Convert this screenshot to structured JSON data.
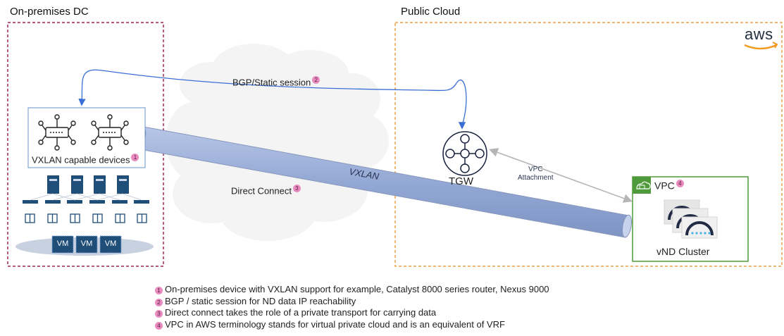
{
  "regions": {
    "onprem_title": "On-premises DC",
    "cloud_title": "Public Cloud"
  },
  "labels": {
    "bgp_session": "BGP/Static session",
    "vxlan_devices": "VXLAN capable devices",
    "vxlan_tunnel": "VXLAN",
    "direct_connect": "Direct Connect",
    "tgw": "TGW",
    "vpc_attachment_line1": "VPC",
    "vpc_attachment_line2": "Attachment",
    "vpc": "VPC",
    "vnd_cluster": "vND Cluster",
    "aws_logo": "aws",
    "vm1": "VM",
    "vm2": "VM",
    "vm3": "VM"
  },
  "badges": {
    "b1": "1",
    "b2": "2",
    "b3": "3",
    "b4": "4"
  },
  "notes": [
    {
      "num": "1",
      "text": "On-premises device with VXLAN support for example, Catalyst 8000 series router, Nexus 9000"
    },
    {
      "num": "2",
      "text": "BGP / static session for ND data IP reachability"
    },
    {
      "num": "3",
      "text": "Direct connect takes the role of a private transport for carrying data"
    },
    {
      "num": "4",
      "text": "VPC in AWS terminology stands for virtual private cloud and is an equivalent of VRF"
    }
  ],
  "colors": {
    "onprem_border": "#a0245a",
    "cloud_border": "#e8a04a",
    "vpc_border": "#4f9a3a",
    "tunnel_fill": "#9db0d6",
    "bgp_arrow": "#3a6fd6",
    "device_box": "#7fa6d8"
  }
}
